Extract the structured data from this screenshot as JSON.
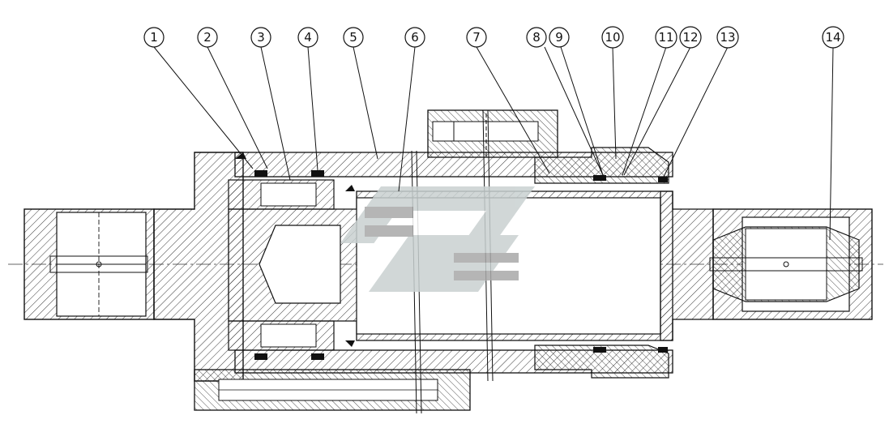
{
  "diagram": {
    "type": "cross-section drawing",
    "subject": "hydraulic cylinder",
    "callouts": [
      {
        "num": "1"
      },
      {
        "num": "2"
      },
      {
        "num": "3"
      },
      {
        "num": "4"
      },
      {
        "num": "5"
      },
      {
        "num": "6"
      },
      {
        "num": "7"
      },
      {
        "num": "8"
      },
      {
        "num": "9"
      },
      {
        "num": "10"
      },
      {
        "num": "11"
      },
      {
        "num": "12"
      },
      {
        "num": "13"
      },
      {
        "num": "14"
      }
    ]
  },
  "colors": {
    "line": "#111111",
    "hatch": "#222222",
    "watermark_light": "#c9d1d1",
    "watermark_dark": "#a9a9a9"
  }
}
